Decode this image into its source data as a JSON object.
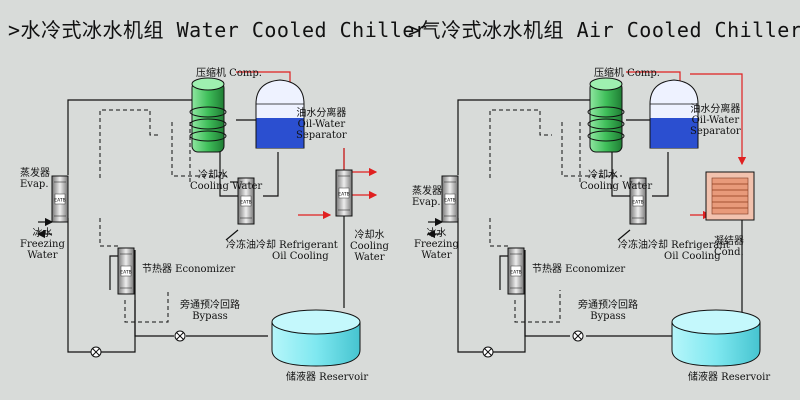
{
  "left": {
    "title": ">水冷式冰水机组 Water Cooled Chiller",
    "compressor": [
      "压缩机 Comp."
    ],
    "separator": [
      "油水分离器",
      "Oil-Water",
      "Separator"
    ],
    "evaporator": [
      "蒸发器",
      "Evap."
    ],
    "cooling_water_hx": [
      "冷却水",
      "Cooling Water"
    ],
    "freezing_water": [
      "冰水",
      "Freezing",
      "Water"
    ],
    "oil_cooling": [
      "冷冻油冷却 Refrigerant",
      "Oil Cooling"
    ],
    "condenser_water": [
      "冷却水",
      "Cooling",
      "Water"
    ],
    "economizer": [
      "节热器 Economizer"
    ],
    "bypass": [
      "旁通预冷回路",
      "Bypass"
    ],
    "reservoir": [
      "储液器 Reservoir"
    ]
  },
  "right": {
    "title": ">气冷式冰水机组 Air Cooled Chiller",
    "compressor": [
      "压缩机 Comp."
    ],
    "separator": [
      "油水分离器",
      "Oil-Water",
      "Separator"
    ],
    "evaporator": [
      "蒸发器",
      "Evap."
    ],
    "cooling_water_hx": [
      "冷却水",
      "Cooling Water"
    ],
    "freezing_water": [
      "冰水",
      "Freezing",
      "Water"
    ],
    "oil_cooling": [
      "冷冻油冷却 Refrigerant",
      "Oil Cooling"
    ],
    "condenser": [
      "凝结器",
      "Cond."
    ],
    "economizer": [
      "节热器 Economizer"
    ],
    "bypass": [
      "旁通预冷回路",
      "Bypass"
    ],
    "reservoir": [
      "储液器 Reservoir"
    ]
  },
  "hx_badge": "EATB",
  "colors": {
    "background": "#d8dbd9",
    "compressor_green": "#3fbf5a",
    "separator_blue": "#2b4fd0",
    "reservoir_cyan": "#7fe8f0",
    "refrigerant_red": "#e02020",
    "condenser_orange": "#e89a7a"
  }
}
